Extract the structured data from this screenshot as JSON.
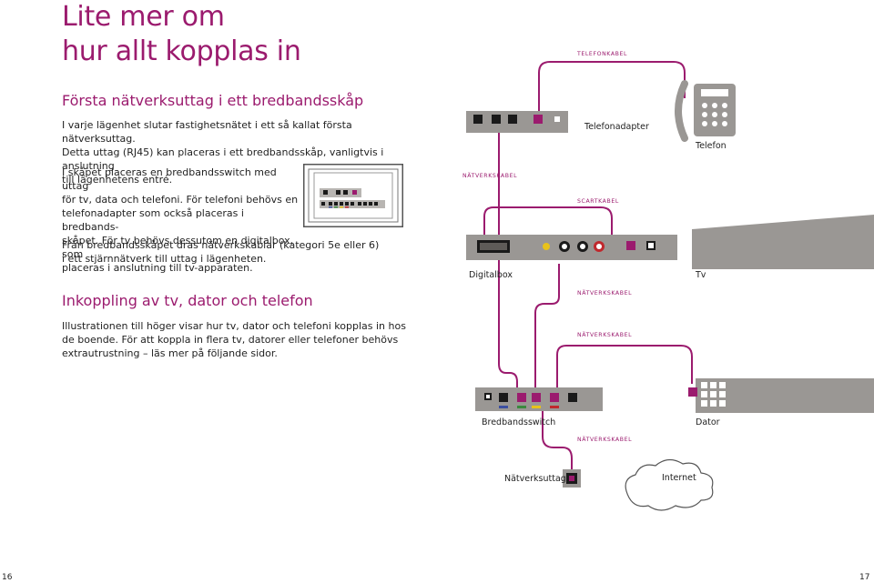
{
  "title": {
    "line1": "Lite mer om",
    "line2": "hur allt kopplas in"
  },
  "section1": {
    "heading": "Första nätverksuttag i ett bredbandsskåp",
    "para1": [
      "I varje lägenhet slutar fastighetsnätet i ett så kallat första nätverksuttag.",
      "Detta uttag (RJ45) kan placeras i ett bredbandsskåp, vanligtvis i anslutning",
      "till lägenhetens entré."
    ],
    "para2": [
      "I skåpet placeras en bredbandsswitch med uttag",
      "för tv, data och telefoni. För telefoni behövs en",
      "telefonadapter som också placeras i bredbands-",
      "skåpet. För tv behövs dessutom en digitalbox, som",
      "placeras i anslutning till tv-apparaten."
    ],
    "para3": [
      "Från bredbandsskåpet dras nätverkskablar (kategori 5e eller 6)",
      "i ett stjärnnätverk till uttag i lägenheten."
    ]
  },
  "section2": {
    "heading": "Inkoppling av tv, dator och telefon",
    "para": [
      "Illustrationen till höger visar hur tv, dator och telefoni kopplas in hos",
      "de boende. För att koppla in flera tv, datorer eller telefoner behövs",
      "extrautrustning – läs mer på följande sidor."
    ]
  },
  "diagram": {
    "cables": {
      "telefonkabel": "TELEFONKABEL",
      "natverkskabel_top": "NÄTVERKSKABEL",
      "scartkabel": "SCARTKABEL",
      "natverkskabel_mid1": "NÄTVERKSKABEL",
      "natverkskabel_mid2": "NÄTVERKSKABEL",
      "natverkskabel_bottom": "NÄTVERKSKABEL"
    },
    "devices": {
      "telefonadapter": "Telefonadapter",
      "telefon": "Telefon",
      "digitalbox": "Digitalbox",
      "tv": "Tv",
      "bredbandsswitch": "Bredbandsswitch",
      "dator": "Dator",
      "natverksuttag": "Nätverksuttag",
      "internet": "Internet"
    },
    "colors": {
      "cable": "#9b1b6e",
      "device": "#9a9794",
      "device_dark": "#5e5b58",
      "port": "#1a1a1a",
      "accent_blue": "#3b4fa0",
      "accent_green": "#3a8a3e",
      "accent_yellow": "#e8c21a",
      "accent_red": "#c0282d"
    }
  },
  "page_numbers": {
    "left": "16",
    "right": "17"
  }
}
